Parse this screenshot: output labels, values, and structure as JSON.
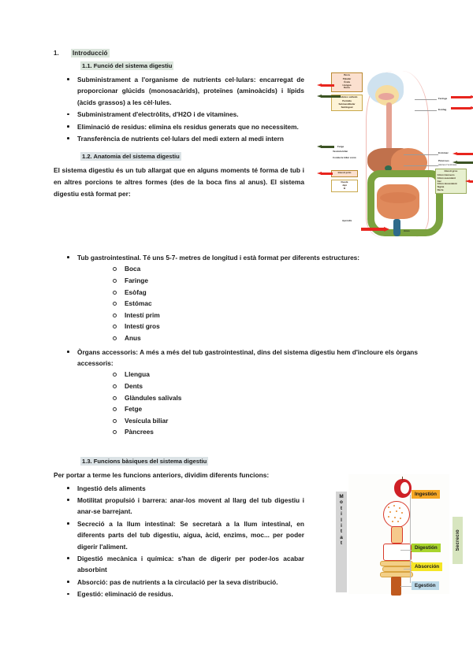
{
  "document": {
    "sections": [
      {
        "number": "1.",
        "title": "Introducció",
        "subsections": [
          {
            "number": "1.1.",
            "title": "Funció del sistema digestiu",
            "heading_label": "1.1. Funció del sistema digestiu",
            "bullets": [
              "Subministrament a l'organisme de nutrients cel·lulars: encarregat de proporcionar glúcids (monosacàrids), proteïnes (aminoàcids) i lípids (àcids grassos) a les cèl·lules.",
              "Subministrament d'electròlits, d'H2O i de vitamines.",
              "Eliminació de residus: elimina els residus generats que no necessitem.",
              "Transferència de nutrients cel·lulars del medi extern al medi intern"
            ]
          },
          {
            "number": "1.2.",
            "title": "Anatomia del sistema digestiu",
            "heading_label": "1.2. Anatomia del sistema digestiu",
            "intro": "El sistema digestiu és un tub allargat que en alguns moments té forma de tub i en altres porcions te altres formes (des de la boca fins al anus). El sistema digestiu està format per:",
            "items": [
              {
                "label": "Tub gastrointestinal.  Té uns 5-7- metres de longitud i està format per diferents estructures:",
                "sub": [
                  "Boca",
                  "Faringe",
                  "Esòfag",
                  "Estómac",
                  "Intestí prim",
                  "Intestí gros",
                  "Anus"
                ]
              },
              {
                "label": "Òrgans accessoris: A més a més del tub gastrointestinal, dins del sistema digestiu hem d'incloure els òrgans accessoris:",
                "sub": [
                  "Llengua",
                  "Dents",
                  "Glàndules salivals",
                  "Fetge",
                  "Vesícula biliar",
                  "Pàncrees"
                ]
              }
            ]
          },
          {
            "number": "1.3.",
            "title": "Funcions bàsiques del sistema digestiu",
            "heading_label": "1.3. Funcions bàsiques del sistema digestiu",
            "intro": "Per portar a terme les funcions anteriors, dividim diferents funcions:",
            "bullets": [
              "Ingestió dels aliments",
              "Motilitat propulsió i barrera: anar-los movent al llarg del tub digestiu i anar-se barrejant.",
              "Secreció a la llum intestinal: Se secretarà a la llum intestinal, en diferents parts del tub digestiu, aigua, àcid, enzims, moc... per poder digerir l'aliment.",
              "Digestió mecànica i química: s'han de digerir per poder-los acabar absorbint",
              "Absorció: pas de nutrients a la circulació per la seva distribució.",
              "Egestió: eliminació de residus."
            ]
          }
        ]
      }
    ]
  },
  "figure_anatomy": {
    "name": "digestive-system-anatomy-diagram",
    "callouts": {
      "boca_header": "Boca",
      "boca_items": [
        "Paladar",
        "Úvula",
        "Llengua",
        "Dents"
      ],
      "glandules_header": "Glàndules salivals",
      "glandules_items": [
        "Paròtida",
        "Submandibular",
        "Sublingual"
      ],
      "fetge_header": "Fetge",
      "fetge_items": [
        "Vesícula biliar",
        "Conducte biliar comú"
      ],
      "intesti_prim_header": "Intestí prim",
      "intesti_prim_items": [
        "Duodè",
        "Jejú",
        "Ili"
      ],
      "intesti_gros_header": "Intestí gros",
      "intesti_gros_items": [
        "Còlon transvers",
        "Còlon ascendent",
        "Cec",
        "Còlon descendent",
        "Sigma",
        "Recte"
      ]
    },
    "labels": {
      "faringe": "Faringe",
      "esofag": "Esòfag",
      "estomac": "Estómac",
      "pancrees": "Pàncrees",
      "pancrees_sub": "(darrere l'estómac)",
      "apendix": "Apèndix",
      "anus": "Anus"
    },
    "arrows": [
      {
        "name": "arrow-boca",
        "side": "left",
        "color": "#e8251e"
      },
      {
        "name": "arrow-dents",
        "side": "left",
        "color": "#3b5323"
      },
      {
        "name": "arrow-fetge",
        "side": "left",
        "color": "#3b5323"
      },
      {
        "name": "arrow-intesti-prim",
        "side": "left",
        "color": "#e8251e"
      },
      {
        "name": "arrow-faringe",
        "side": "right",
        "color": "#e8251e"
      },
      {
        "name": "arrow-esofag",
        "side": "right",
        "color": "#e8251e"
      },
      {
        "name": "arrow-estomac",
        "side": "right",
        "color": "#e8251e"
      },
      {
        "name": "arrow-pancrees",
        "side": "right",
        "color": "#3b5323"
      },
      {
        "name": "arrow-intesti-gros",
        "side": "right",
        "color": "#e8251e"
      },
      {
        "name": "arrow-anus",
        "side": "left",
        "color": "#e8251e"
      }
    ]
  },
  "figure_functions": {
    "name": "digestive-functions-diagram",
    "motility_label": "Motilitat",
    "secretion_label": "Secreció",
    "stages": [
      {
        "label": "Ingestión",
        "color": "#f5a623"
      },
      {
        "label": "Digestión",
        "color": "#a8d42c"
      },
      {
        "label": "Absorción",
        "color": "#f5e625"
      },
      {
        "label": "Egestión",
        "color": "#bcd9e8"
      }
    ]
  },
  "colors": {
    "heading_highlight_green": "#dbe5dc",
    "heading_highlight_blue": "#dce3e6",
    "arrow_red": "#e8251e",
    "arrow_green": "#3b5323"
  }
}
